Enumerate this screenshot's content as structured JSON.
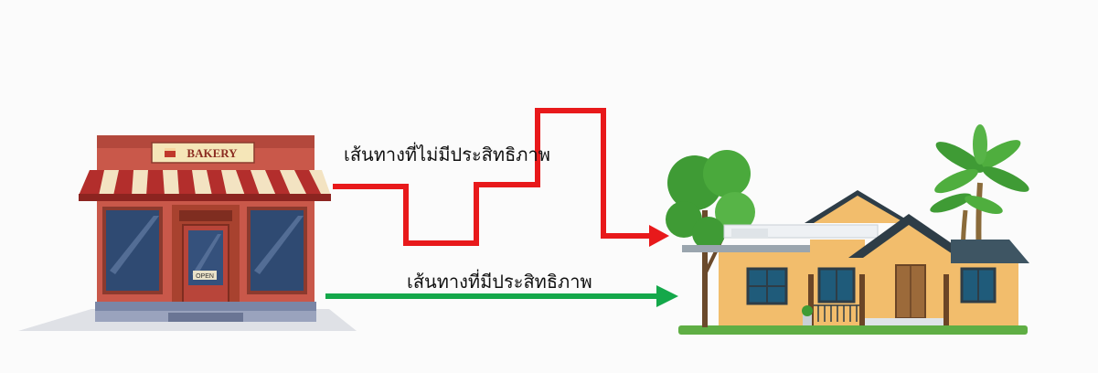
{
  "bakery": {
    "sign": "BAKERY",
    "door_sign": "OPEN"
  },
  "routes": {
    "inefficient": {
      "label": "เส้นทางที่ไม่มีประสิทธิภาพ",
      "color": "#e8191b"
    },
    "efficient": {
      "label": "เส้นทางที่มีประสิทธิภาพ",
      "color": "#14a84a"
    }
  },
  "colors": {
    "background": "#fbfbfb",
    "brick": "#c9584a",
    "awning_red": "#b32e2c",
    "awning_cream": "#f3e3c2",
    "house_wall": "#f2bd6c",
    "roof_dark": "#2e3d47",
    "tree_green": "#3f9b35",
    "palm_green": "#4fae3e"
  }
}
